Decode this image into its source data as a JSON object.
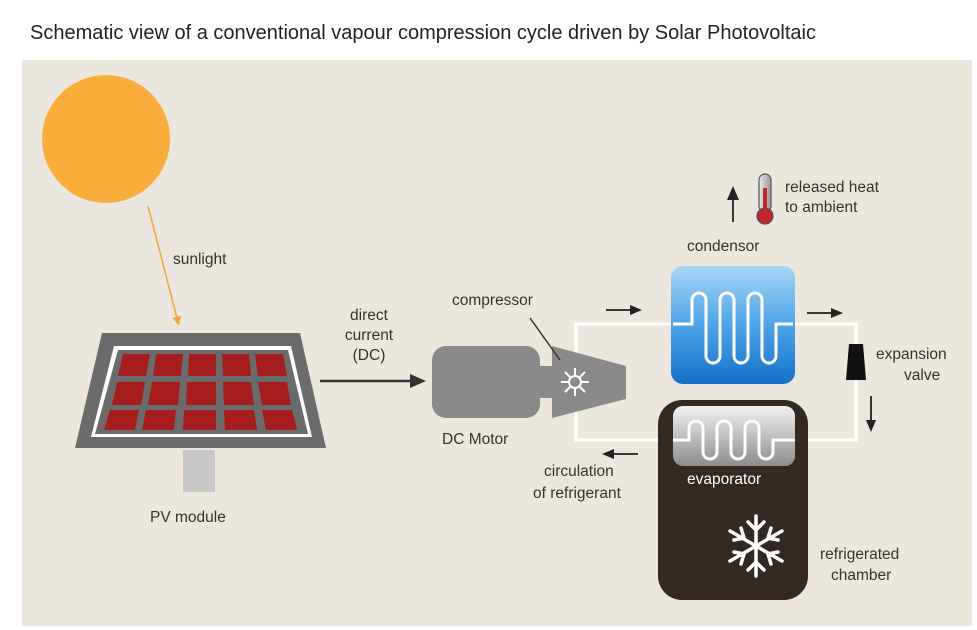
{
  "title": "Schematic view of a conventional vapour compression cycle driven by Solar Photovoltaic",
  "labels": {
    "sunlight": "sunlight",
    "pv_module": "PV module",
    "dc_line1": "direct",
    "dc_line2": "current",
    "dc_line3": "(DC)",
    "compressor": "compressor",
    "dc_motor": "DC Motor",
    "condensor": "condensor",
    "released_heat_line1": "released heat",
    "released_heat_line2": "to ambient",
    "expansion_line1": "expansion",
    "expansion_line2": "valve",
    "evaporator": "evaporator",
    "circulation_line1": "circulation",
    "circulation_line2": "of refrigerant",
    "refrigerated_line1": "refrigerated",
    "refrigerated_line2": "chamber"
  },
  "colors": {
    "background_panel": "#ebe7df",
    "sun": "#f9ae3b",
    "sun_ray": "#f0a83a",
    "pv_frame": "#6b6b6b",
    "pv_cell": "#a61d1d",
    "motor": "#8a8a8a",
    "condenser": "#2e8bd8",
    "evaporator_chamber": "#332822",
    "pipe": "#ffffff",
    "thermometer_bulb": "#c0262d"
  },
  "icons": [
    "sun-icon",
    "pv-panel-icon",
    "motor-icon",
    "compressor-fan-icon",
    "thermometer-icon",
    "expansion-valve-icon",
    "snowflake-icon",
    "condenser-coil-icon",
    "evaporator-coil-icon"
  ]
}
